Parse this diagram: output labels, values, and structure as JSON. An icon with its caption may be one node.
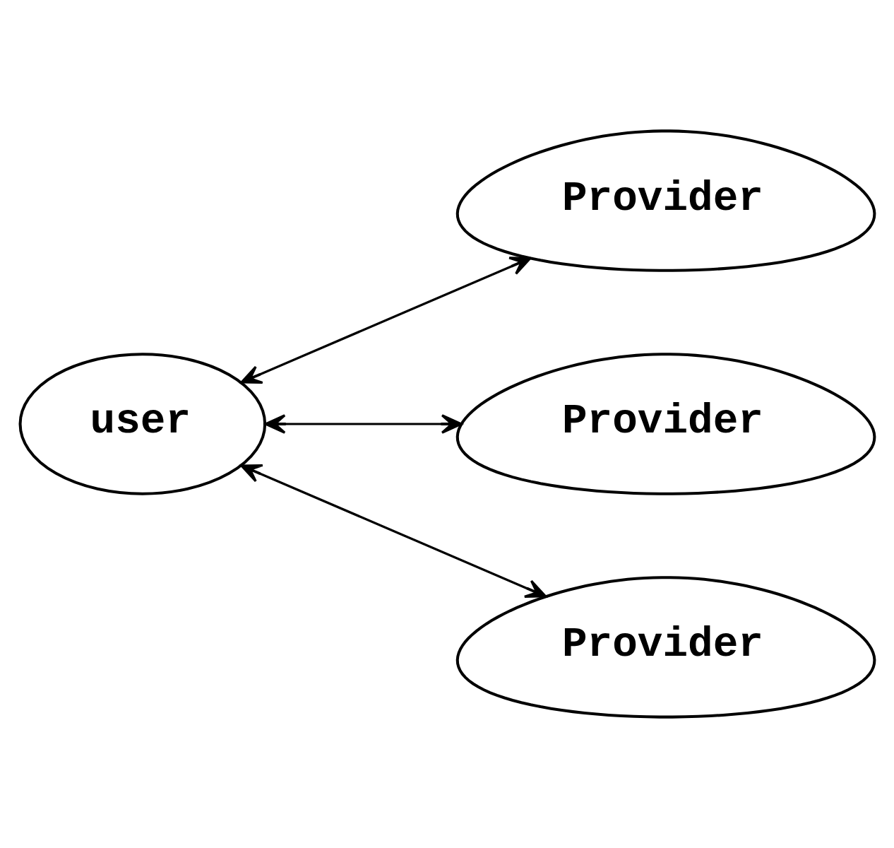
{
  "diagram": {
    "nodes": [
      {
        "text": [
          "user"
        ]
      },
      {
        "text": [
          "Provider"
        ]
      },
      {
        "text": [
          "Provider"
        ]
      },
      {
        "text": [
          "Provider"
        ]
      }
    ],
    "edges": [
      {
        "from": 0,
        "to": 1,
        "arrow": "both"
      },
      {
        "from": 0,
        "to": 2,
        "arrow": "both"
      },
      {
        "from": 0,
        "to": 3,
        "arrow": "both"
      }
    ]
  }
}
